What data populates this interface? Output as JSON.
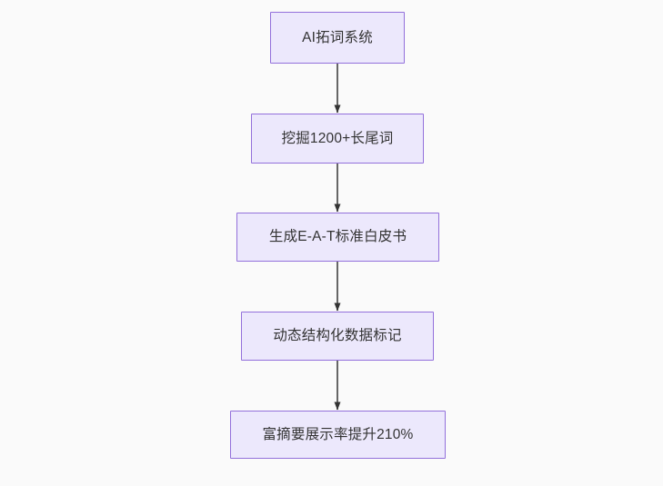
{
  "diagram": {
    "type": "flowchart",
    "direction": "top-to-bottom",
    "background_color": "#fafafa",
    "node_fill_color": "#ece8fc",
    "node_border_color": "#9370db",
    "node_text_color": "#333333",
    "edge_color": "#666666",
    "nodes": [
      {
        "id": "n0",
        "label": "AI拓词系统"
      },
      {
        "id": "n1",
        "label": "挖掘1200+长尾词"
      },
      {
        "id": "n2",
        "label": "生成E-A-T标准白皮书"
      },
      {
        "id": "n3",
        "label": "动态结构化数据标记"
      },
      {
        "id": "n4",
        "label": "富摘要展示率提升210%"
      }
    ],
    "edges": [
      {
        "from": "n0",
        "to": "n1",
        "label": ""
      },
      {
        "from": "n1",
        "to": "n2",
        "label": ""
      },
      {
        "from": "n2",
        "to": "n3",
        "label": ""
      },
      {
        "from": "n3",
        "to": "n4",
        "label": ""
      }
    ]
  }
}
